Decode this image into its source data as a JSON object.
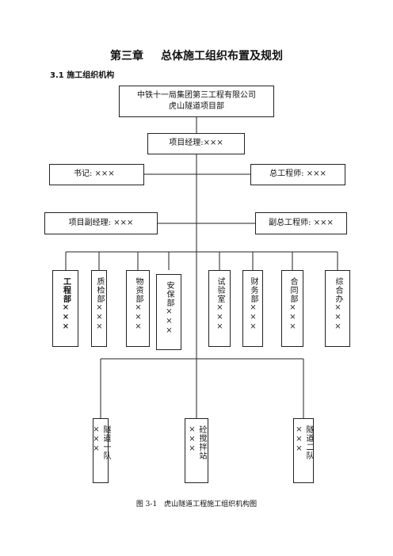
{
  "title": {
    "chapter": "第三章",
    "text": "总体施工组织布置及规划"
  },
  "section": "3.1 施工组织机构",
  "org": {
    "company_line1": "中铁十一局集团第三工程有限公司",
    "company_line2": "虎山隧道项目部",
    "manager": "项目经理:×××",
    "secretary": "书记: ×××",
    "chief_engineer": "总工程师: ×××",
    "deputy_manager": "项目副经理: ×××",
    "deputy_chief_engineer": "副总工程师: ×××",
    "departments": [
      "工程部×××",
      "质检部×××",
      "物资部×××",
      "安保部×××",
      "试验室×××",
      "财务部×××",
      "合同部×××",
      "综合办×××"
    ],
    "teams": [
      "隧道一队×××",
      "砼搅拌站×××",
      "隧道二队×××"
    ]
  },
  "caption": "图 3-1　虎山隧道工程施工组织机构图"
}
